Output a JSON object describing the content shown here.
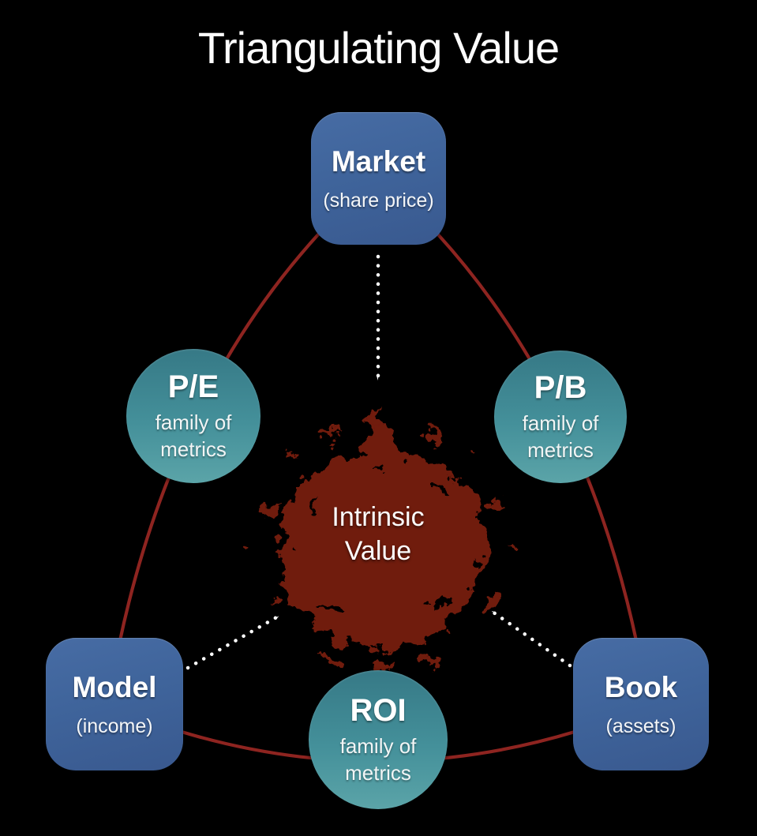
{
  "title": "Triangulating Value",
  "nodes": {
    "market": {
      "label": "Market",
      "sub": "(share price)"
    },
    "model": {
      "label": "Model",
      "sub": "(income)"
    },
    "book": {
      "label": "Book",
      "sub": "(assets)"
    }
  },
  "metrics": {
    "pe": {
      "label": "P/E",
      "sub": "family of metrics"
    },
    "pb": {
      "label": "P/B",
      "sub": "family of metrics"
    },
    "roi": {
      "label": "ROI",
      "sub": "family of metrics"
    }
  },
  "center": {
    "label": "Intrinsic Value"
  },
  "colors": {
    "background": "#000000",
    "node_blue": "#40659c",
    "metric_teal": "#44909a",
    "triangle_red": "#8e2420",
    "blob_red": "#701a0d",
    "arrow_white": "#ffffff",
    "text": "#ffffff"
  }
}
